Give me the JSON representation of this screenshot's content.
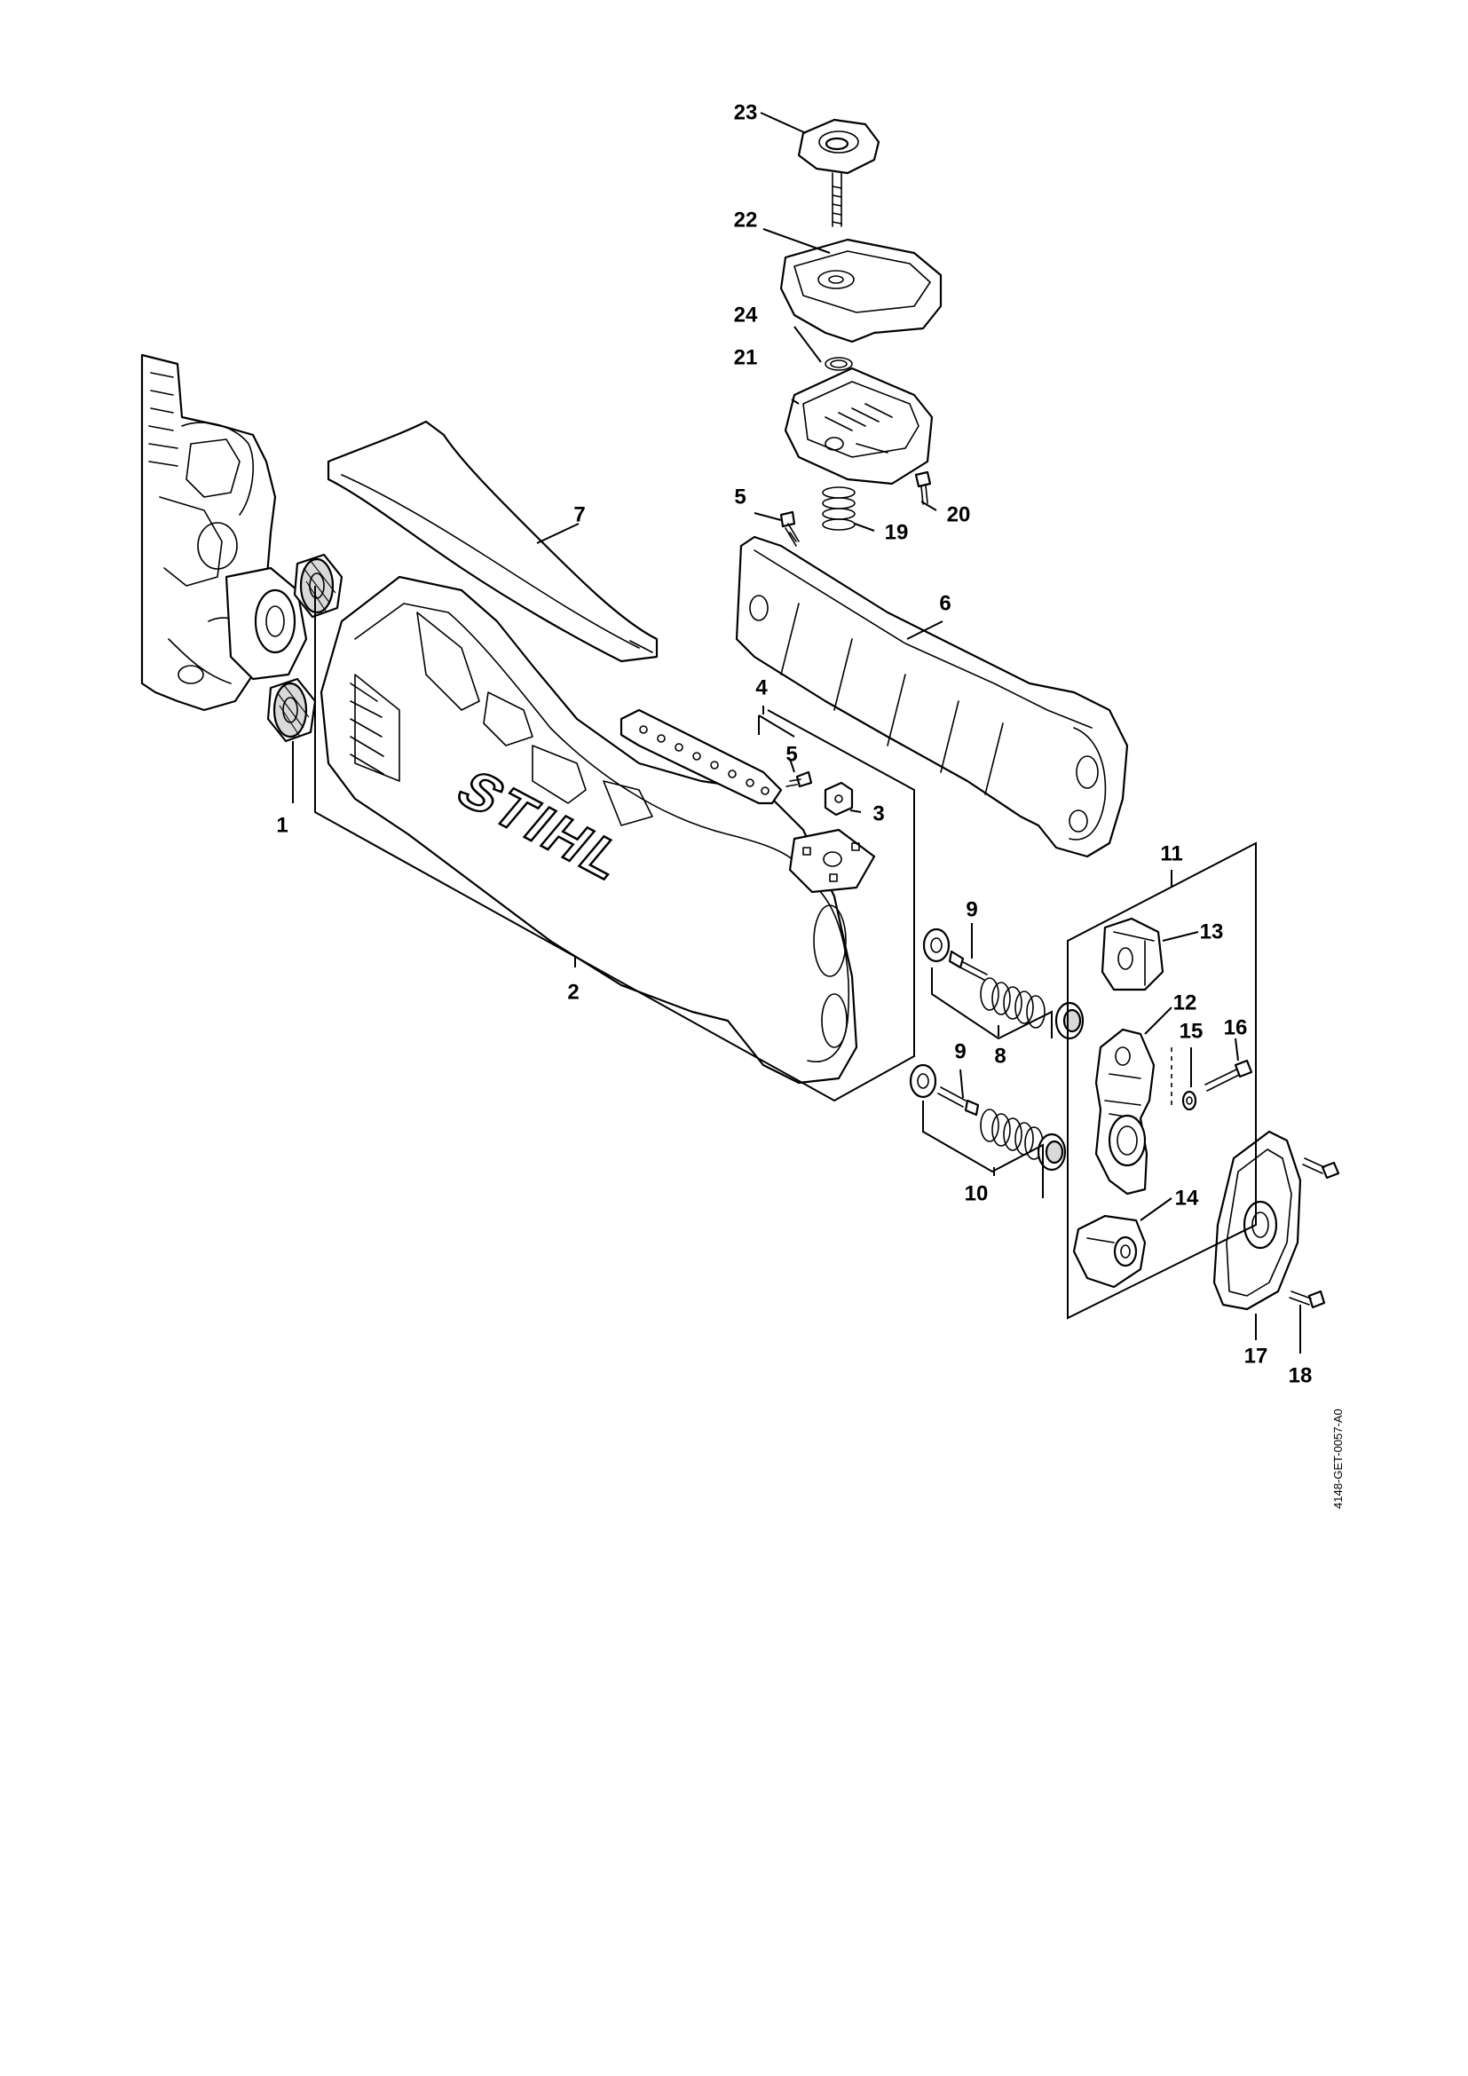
{
  "diagram": {
    "reference_code": "4148-GET-0057-A0",
    "logo_text": "STIHL",
    "callouts": [
      {
        "id": "c1",
        "label": "1"
      },
      {
        "id": "c2",
        "label": "2"
      },
      {
        "id": "c3",
        "label": "3"
      },
      {
        "id": "c4",
        "label": "4"
      },
      {
        "id": "c5a",
        "label": "5"
      },
      {
        "id": "c5b",
        "label": "5"
      },
      {
        "id": "c6",
        "label": "6"
      },
      {
        "id": "c7",
        "label": "7"
      },
      {
        "id": "c8",
        "label": "8"
      },
      {
        "id": "c9a",
        "label": "9"
      },
      {
        "id": "c9b",
        "label": "9"
      },
      {
        "id": "c10",
        "label": "10"
      },
      {
        "id": "c11",
        "label": "11"
      },
      {
        "id": "c12",
        "label": "12"
      },
      {
        "id": "c13",
        "label": "13"
      },
      {
        "id": "c14",
        "label": "14"
      },
      {
        "id": "c15",
        "label": "15"
      },
      {
        "id": "c16",
        "label": "16"
      },
      {
        "id": "c17",
        "label": "17"
      },
      {
        "id": "c18",
        "label": "18"
      },
      {
        "id": "c19",
        "label": "19"
      },
      {
        "id": "c20",
        "label": "20"
      },
      {
        "id": "c21",
        "label": "21"
      },
      {
        "id": "c22",
        "label": "22"
      },
      {
        "id": "c23",
        "label": "23"
      },
      {
        "id": "c24",
        "label": "24"
      }
    ]
  }
}
